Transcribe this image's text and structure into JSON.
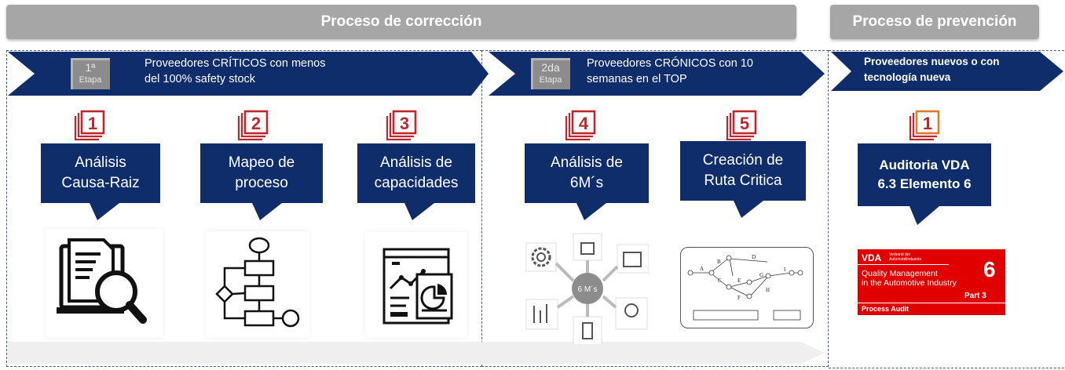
{
  "headers": {
    "correccion": "Proceso de corrección",
    "prevencion": "Proceso de prevención"
  },
  "stages": {
    "stage1": {
      "num": "1ª",
      "label": "Etapa",
      "text_line1": "Proveedores CRÍTICOS con menos",
      "text_line2": "del 100% safety stock"
    },
    "stage2": {
      "num": "2da",
      "label": "Etapa",
      "text_line1": "Proveedores CRÓNICOS con 10",
      "text_line2": "semanas en el TOP"
    },
    "prevention": {
      "text_line1": "Proveedores nuevos o con",
      "text_line2": "tecnología nueva"
    }
  },
  "steps": [
    {
      "number": "1",
      "line1": "Análisis",
      "line2": "Causa-Raiz",
      "icon": "document-magnifier-icon"
    },
    {
      "number": "2",
      "line1": "Mapeo de",
      "line2": "proceso",
      "icon": "flowchart-icon"
    },
    {
      "number": "3",
      "line1": "Análisis de",
      "line2": "capacidades",
      "icon": "report-chart-icon"
    },
    {
      "number": "4",
      "line1": "Análisis de",
      "line2": "6M´s",
      "icon": "6m-diagram-icon"
    },
    {
      "number": "5",
      "line1": "Creación de",
      "line2": "Ruta Critica",
      "icon": "network-diagram-icon"
    },
    {
      "number": "1",
      "line1": "Auditoria VDA",
      "line2": "6.3 Elemento 6",
      "icon": "vda-cover-icon"
    }
  ],
  "six_m": {
    "center": "6 M´s"
  },
  "network": {
    "nodes": [
      "A",
      "B",
      "C",
      "D",
      "E",
      "F",
      "G",
      "H",
      "I"
    ]
  },
  "vda": {
    "logo": "VDA",
    "org_line1": "Verband der",
    "org_line2": "Automobilindustrie",
    "big_number": "6",
    "title_line1": "Quality Management",
    "title_line2": "in the Automotive Industry",
    "part": "Part 3",
    "subtitle": "Process Audit"
  },
  "colors": {
    "navy": "#0f2d6b",
    "red": "#c0272d",
    "grey_header": "#a6a6a6",
    "vda_red": "#e10000"
  }
}
